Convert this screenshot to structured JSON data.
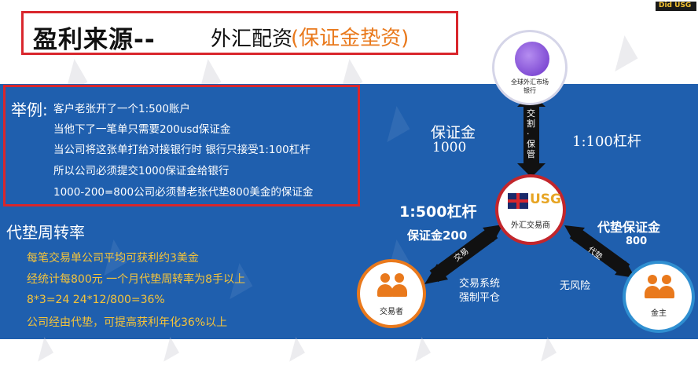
{
  "title": {
    "main": "盈利来源--",
    "sub": "外汇配资",
    "paren": "(保证金垫资)"
  },
  "logo_text": "Did USG",
  "example": {
    "label": "举例:",
    "lines": [
      "客户老张开了一个1:500账户",
      "当他下了一笔单只需要200usd保证金",
      "当公司将这张单打给对接银行时   银行只接受1:100杠杆",
      "所以公司必须提交1000保证金给银行",
      "1000-200=800公司必须替老张代垫800美金的保证金"
    ]
  },
  "turnover": {
    "title": "代垫周转率",
    "lines": [
      "每笔交易单公司平均可获利约3美金",
      "经统计每800元   一个月代垫周转率为8手以上",
      "8*3=24  24*12/800=36%",
      "公司经由代垫，可提高获利年化36%以上"
    ]
  },
  "diagram": {
    "top_node": "全球外汇市场银行",
    "center_node": "外汇交易商",
    "center_logo": "USG",
    "left_node": "交易者",
    "right_node": "金主",
    "arrow_top": "交割·保管",
    "arrow_left": "交易",
    "arrow_right": "代垫",
    "margin_top_label": "保证金",
    "margin_top_value": "1000",
    "leverage_top": "1:100杠杆",
    "leverage_left": "1:500杠杆",
    "margin_left": "保证金200",
    "advance_label": "代垫保证金",
    "advance_value": "800",
    "forced_close": "交易系统\n强制平仓",
    "no_risk": "无风险"
  },
  "colors": {
    "panel_blue": "#1f5fae",
    "title_red": "#d9262c",
    "accent_orange": "#e9791c",
    "turnover_yellow": "#f6c43a"
  }
}
